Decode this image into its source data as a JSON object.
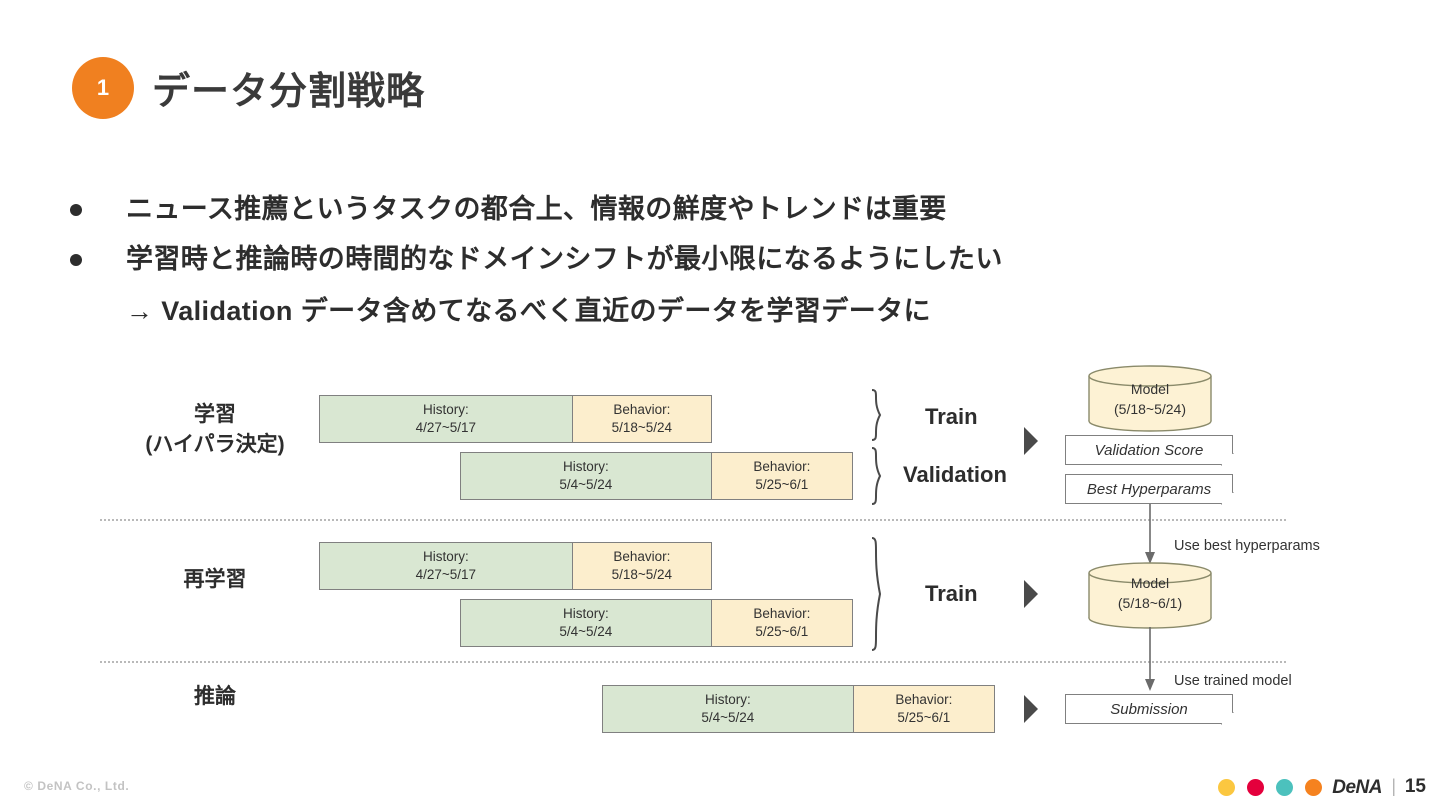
{
  "header": {
    "badge_number": "1",
    "title": "データ分割戦略"
  },
  "bullets": [
    {
      "text": "ニュース推薦というタスクの都合上、情報の鮮度やトレンドは重要"
    },
    {
      "text": "学習時と推論時の時間的なドメインシフトが最小限になるようにしたい"
    }
  ],
  "sub_line": "→ Validation データ含めてなるべく直近のデータを学習データに",
  "diagram": {
    "rows": [
      {
        "label_line1": "学習",
        "label_line2": "(ハイパラ決定)",
        "bars": [
          {
            "history_title": "History:",
            "history_range": "4/27~5/17",
            "behavior_title": "Behavior:",
            "behavior_range": "5/18~5/24"
          },
          {
            "history_title": "History:",
            "history_range": "5/4~5/24",
            "behavior_title": "Behavior:",
            "behavior_range": "5/25~6/1"
          }
        ],
        "brace_labels": [
          "Train",
          "Validation"
        ]
      },
      {
        "label_line1": "再学習",
        "label_line2": "",
        "bars": [
          {
            "history_title": "History:",
            "history_range": "4/27~5/17",
            "behavior_title": "Behavior:",
            "behavior_range": "5/18~5/24"
          },
          {
            "history_title": "History:",
            "history_range": "5/4~5/24",
            "behavior_title": "Behavior:",
            "behavior_range": "5/25~6/1"
          }
        ],
        "brace_labels": [
          "Train"
        ]
      },
      {
        "label_line1": "推論",
        "label_line2": "",
        "bars": [
          {
            "history_title": "History:",
            "history_range": "5/4~5/24",
            "behavior_title": "Behavior:",
            "behavior_range": "5/25~6/1"
          }
        ],
        "brace_labels": []
      }
    ],
    "model_top": {
      "line1": "Model",
      "line2": "(5/18~5/24)"
    },
    "model_mid": {
      "line1": "Model",
      "line2": "(5/18~6/1)"
    },
    "note_validation_score": "Validation Score",
    "note_best_hyperparams": "Best Hyperparams",
    "note_submission": "Submission",
    "annot_use_best_hyperparams": "Use best hyperparams",
    "annot_use_trained_model": "Use trained model"
  },
  "footer": {
    "copyright": "© DeNA Co., Ltd.",
    "brand": "DeNA",
    "separator": "|",
    "page_number": "15",
    "dot_colors": [
      "#fbc740",
      "#e4003c",
      "#4cc1bd",
      "#f5821f"
    ]
  },
  "colors": {
    "accent_orange": "#f08020",
    "history_green": "#d9e7d2",
    "behavior_cream": "#fceecd",
    "cylinder_cream": "#fdf2d4",
    "border_gray": "#808080"
  }
}
